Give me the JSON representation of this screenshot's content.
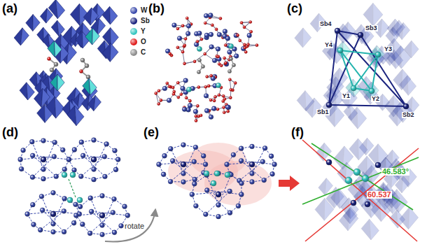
{
  "diagram": {
    "labels": [
      "(a)",
      "(b)",
      "(c)",
      "(d)",
      "(e)",
      "(f)",
      "Sb4",
      "Sb3",
      "Y4",
      "Y3",
      "Y1",
      "Y2",
      "Sb1",
      "Sb2",
      "rotate",
      "46.583°",
      "60.537"
    ],
    "legend": [
      {
        "text": "W",
        "color": "#3949ab"
      },
      {
        "text": "Sb",
        "color": "#1a237e"
      },
      {
        "text": "Y",
        "color": "#35c6c0"
      },
      {
        "text": "O",
        "color": "#e01b1b"
      },
      {
        "text": "C",
        "color": "#8c8c8c"
      }
    ]
  }
}
